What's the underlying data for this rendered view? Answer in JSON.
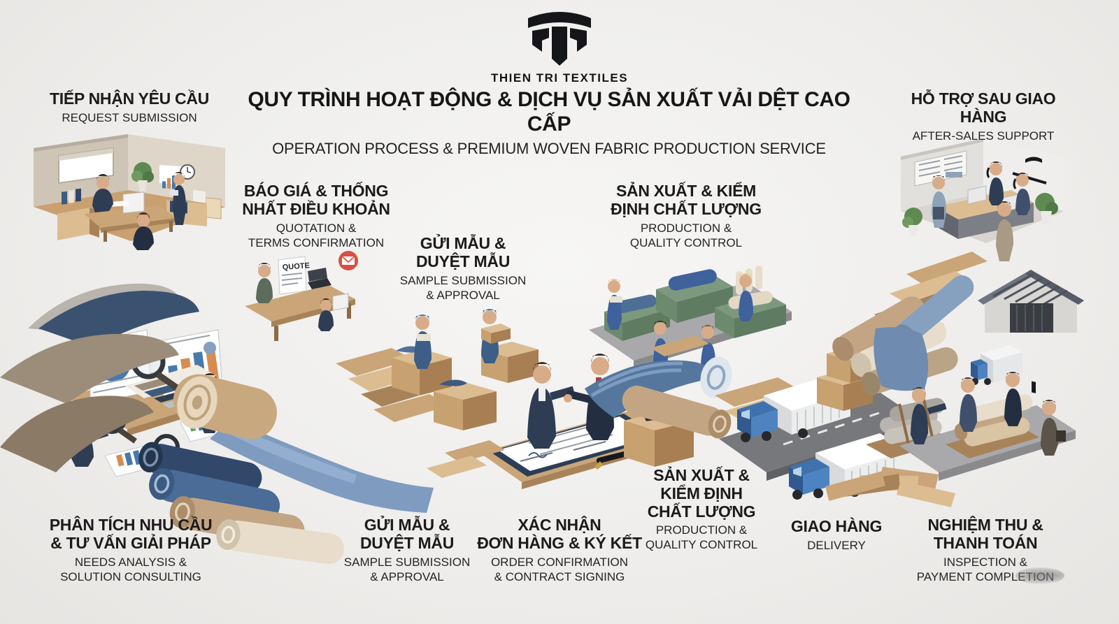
{
  "brand": {
    "name": "THIEN TRI TEXTILES",
    "logo_icon": "thien-tri-monogram"
  },
  "header": {
    "title_vi": "QUY TRÌNH HOẠT ĐỘNG & DỊCH VỤ SẢN XUẤT VẢI DỆT CAO CẤP",
    "title_en": "OPERATION PROCESS & PREMIUM WOVEN FABRIC PRODUCTION SERVICE"
  },
  "steps": {
    "request": {
      "vi": "TIẾP NHẬN YÊU CẦU",
      "en": "REQUEST SUBMISSION"
    },
    "quotation": {
      "vi": "BÁO GIÁ & THỐNG\nNHẤT ĐIỀU KHOẢN",
      "en": "QUOTATION &\nTERMS CONFIRMATION"
    },
    "sample_top": {
      "vi": "GỬI MẪU &\nDUYỆT MẪU",
      "en": "SAMPLE SUBMISSION\n& APPROVAL"
    },
    "production_top": {
      "vi": "SẢN XUẤT & KIỂM\nĐỊNH CHẤT LƯỢNG",
      "en": "PRODUCTION &\nQUALITY CONTROL"
    },
    "aftersales": {
      "vi": "HỖ TRỢ SAU GIAO HÀNG",
      "en": "AFTER-SALES SUPPORT"
    },
    "needs": {
      "vi": "PHÂN TÍCH NHU CẦU\n& TƯ VẤN GIẢI PHÁP",
      "en": "NEEDS ANALYSIS &\nSOLUTION CONSULTING"
    },
    "sample_bottom": {
      "vi": "GỬI MẪU &\nDUYỆT MẪU",
      "en": "SAMPLE SUBMISSION\n& APPROVAL"
    },
    "order": {
      "vi": "XÁC NHẬN\nĐƠN HÀNG & KÝ KẾT",
      "en": "ORDER CONFIRMATION\n& CONTRACT SIGNING"
    },
    "production_bottom": {
      "vi": "SẢN XUẤT &\nKIỂM ĐỊNH\nCHẤT LƯỢNG",
      "en": "PRODUCTION &\nQUALITY CONTROL"
    },
    "delivery": {
      "vi": "GIAO HÀNG",
      "en": "DELIVERY"
    },
    "inspection": {
      "vi": "NGHIỆM THU &\nTHANH TOÁN",
      "en": "INSPECTION &\nPAYMENT COMPLETION"
    }
  },
  "scene_texts": {
    "quote_paper": "QUOTE"
  },
  "colors": {
    "background": "#f2f1ef",
    "text": "#1b1b1b",
    "logo": "#14161a",
    "wood": "#c9a578",
    "navy_suit": "#2e3c54",
    "denim_fabric": "#4a6c96",
    "tan_fabric": "#c3a584",
    "machine_green": "#7d997d",
    "truck_blue": "#3e72ae",
    "platform_grey": "#a9a9ab",
    "mail_badge_red": "#d94f43",
    "chart_blue": "#4879ab",
    "chart_orange": "#d98c4f"
  }
}
